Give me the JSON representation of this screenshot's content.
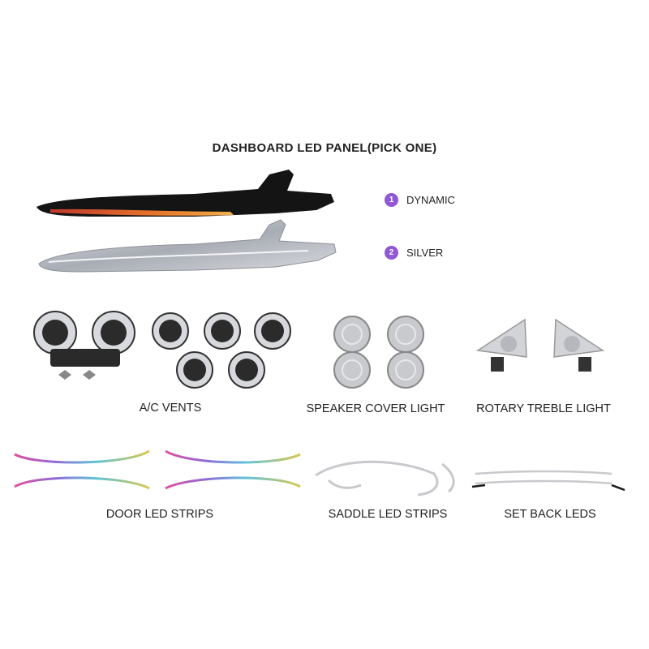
{
  "title": "DASHBOARD LED PANEL(PICK ONE)",
  "options": [
    {
      "number": "1",
      "label": "DYNAMIC"
    },
    {
      "number": "2",
      "label": "SILVER"
    }
  ],
  "parts": {
    "ac_vents": "A/C VENTS",
    "speaker_cover_light": "SPEAKER COVER LIGHT",
    "rotary_treble_light": "ROTARY TREBLE LIGHT",
    "door_led_strips": "DOOR LED STRIPS",
    "saddle_led_strips": "SADDLE LED STRIPS",
    "set_back_leds": "SET BACK LEDS"
  },
  "colors": {
    "badge": "#8f58d6",
    "panel_dark": "#141414",
    "panel_silver": "#b9bcc2",
    "led_amber": "#e2742c"
  }
}
